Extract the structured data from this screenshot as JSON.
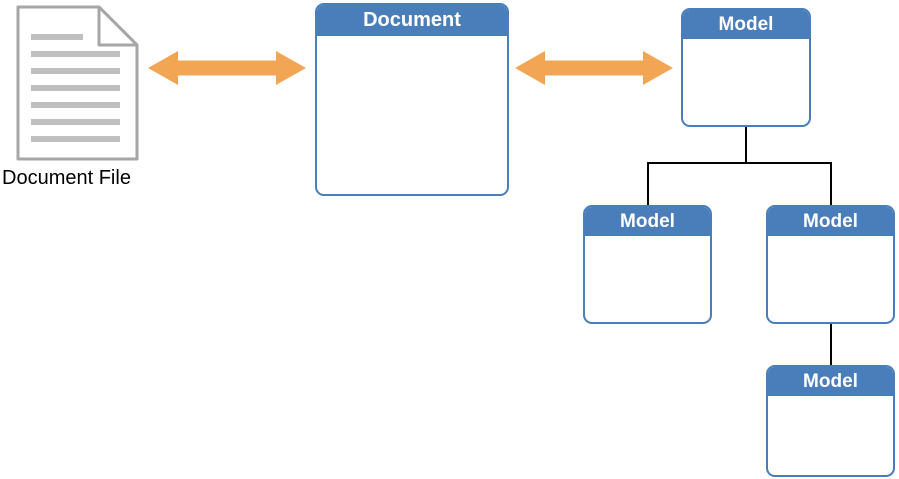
{
  "diagram": {
    "document_file": {
      "label": "Document File"
    },
    "document": {
      "title": "Document"
    },
    "model_root": {
      "title": "Model"
    },
    "model_child_left": {
      "title": "Model"
    },
    "model_child_right": {
      "title": "Model"
    },
    "model_grandchild": {
      "title": "Model"
    }
  },
  "colors": {
    "header_blue": "#4A7EBB",
    "box_border_blue": "#4A7EBB",
    "arrow_orange": "#F2A654",
    "connector_black": "#000000",
    "file_border_gray": "#A6A6A6",
    "file_line_gray": "#BFBFBF",
    "text_black": "#000000"
  }
}
